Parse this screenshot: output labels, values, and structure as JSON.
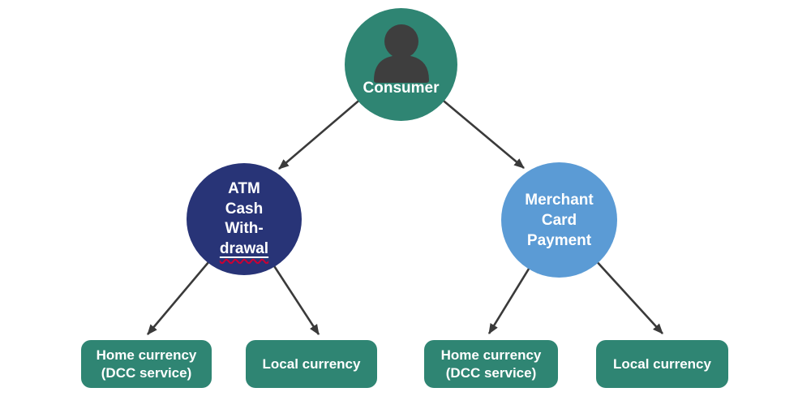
{
  "colors": {
    "teal": "#2f8573",
    "navy": "#283477",
    "blue": "#5b9bd5",
    "arrow": "#3a3a3a",
    "icon": "#3e3e3e",
    "text_on_node": "#ffffff",
    "spellcheck_wavy": "#cc0033"
  },
  "nodes": {
    "consumer": {
      "label": "Consumer",
      "icon": "person-icon"
    },
    "atm": {
      "line1": "ATM",
      "line2": "Cash",
      "line3": "With-",
      "line4": "drawal"
    },
    "merchant": {
      "line1": "Merchant",
      "line2": "Card",
      "line3": "Payment"
    }
  },
  "leaves": [
    {
      "line1": "Home currency",
      "line2": "(DCC service)"
    },
    {
      "line1": "Local currency",
      "line2": ""
    },
    {
      "line1": "Home currency",
      "line2": "(DCC service)"
    },
    {
      "line1": "Local currency",
      "line2": ""
    }
  ],
  "edges": [
    {
      "from": "consumer",
      "to": "atm-cash-withdrawal"
    },
    {
      "from": "consumer",
      "to": "merchant-card-payment"
    },
    {
      "from": "atm-cash-withdrawal",
      "to": "home-currency-dcc-service-left"
    },
    {
      "from": "atm-cash-withdrawal",
      "to": "local-currency-left"
    },
    {
      "from": "merchant-card-payment",
      "to": "home-currency-dcc-service-right"
    },
    {
      "from": "merchant-card-payment",
      "to": "local-currency-right"
    }
  ]
}
